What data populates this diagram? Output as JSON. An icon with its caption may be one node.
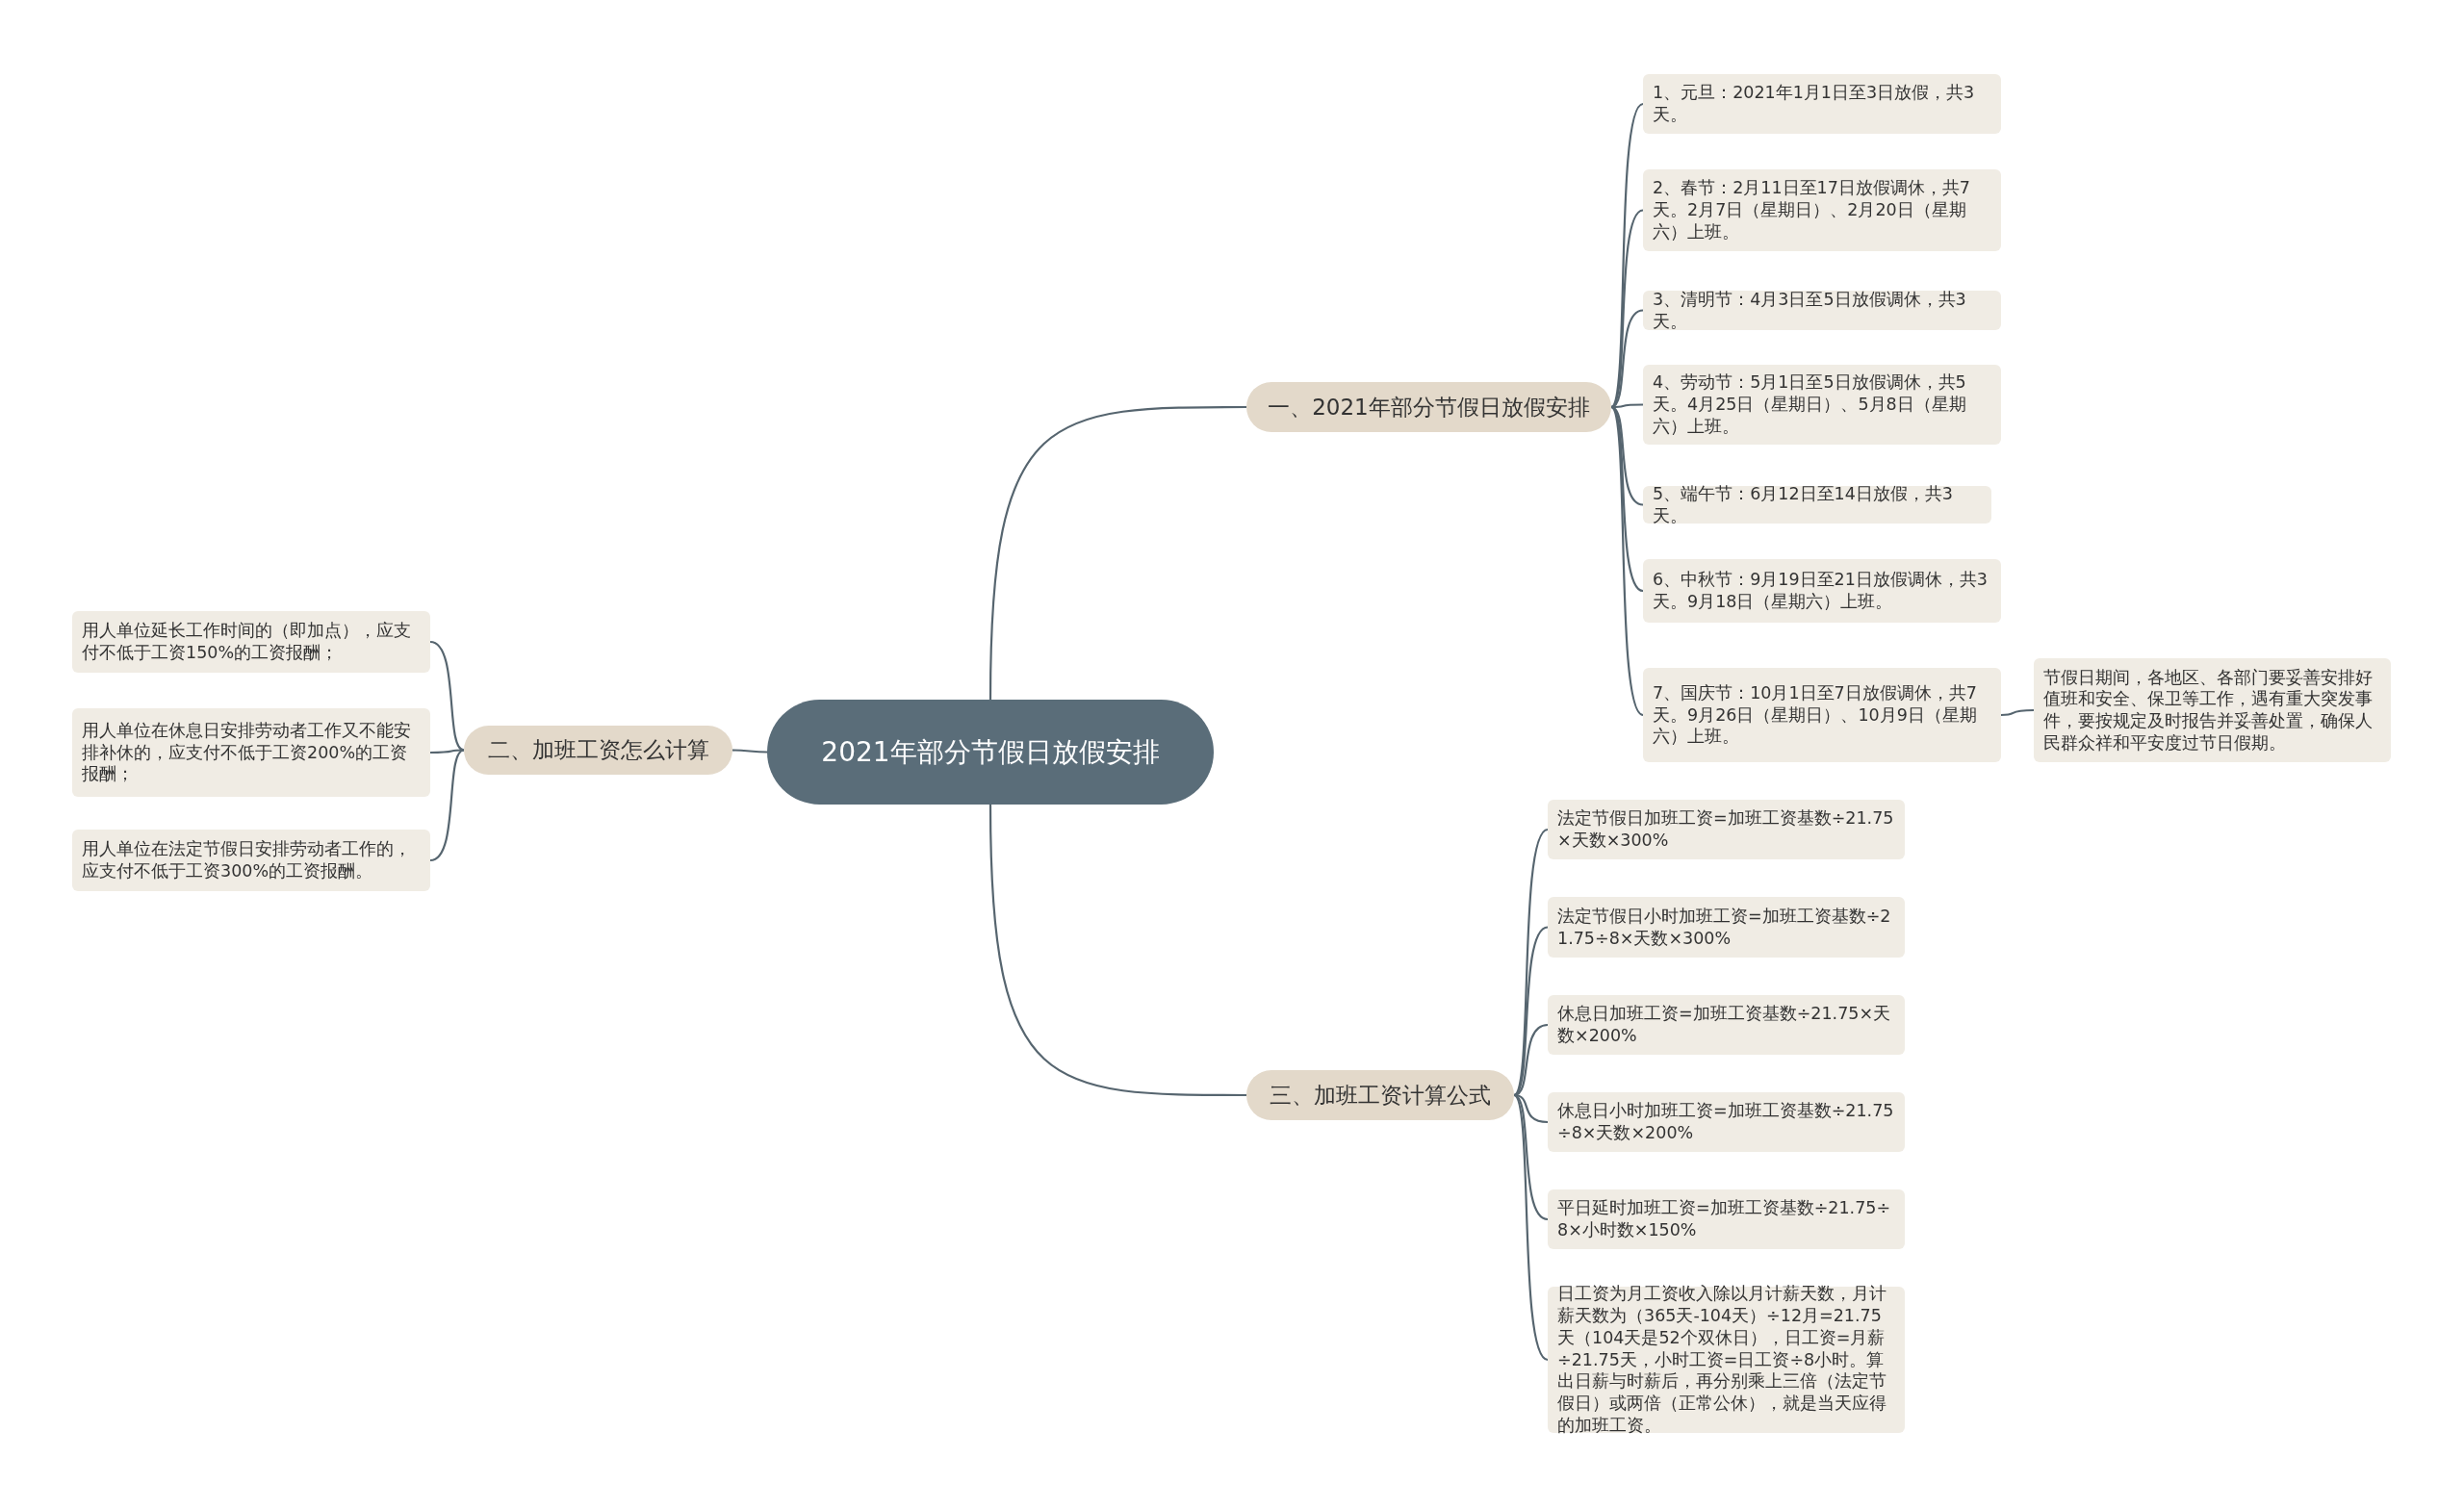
{
  "diagram": {
    "nodes": [
      {
        "text": [
          "2021年部分节假日放假安排"
        ]
      },
      {
        "text": [
          "一、2021年部分节假日放假安排"
        ]
      },
      {
        "text": [
          "1、元旦：2021年1月1日至3日放假，共3天。"
        ]
      },
      {
        "text": [
          "2、春节：2月11日至17日放假调休，共7天。2月7日（星期日）、2月20日（星期六）上班。"
        ]
      },
      {
        "text": [
          "3、清明节：4月3日至5日放假调休，共3天。"
        ]
      },
      {
        "text": [
          "4、劳动节：5月1日至5日放假调休，共5天。4月25日（星期日）、5月8日（星期六）上班。"
        ]
      },
      {
        "text": [
          "5、端午节：6月12日至14日放假，共3天。"
        ]
      },
      {
        "text": [
          "6、中秋节：9月19日至21日放假调休，共3天。9月18日（星期六）上班。"
        ]
      },
      {
        "text": [
          "7、国庆节：10月1日至7日放假调休，共7天。9月26日（星期日）、10月9日（星期六）上班。"
        ]
      },
      {
        "text": [
          "节假日期间，各地区、各部门要妥善安排好值班和安全、保卫等工作，遇有重大突发事件，要按规定及时报告并妥善处置，确保人民群众祥和平安度过节日假期。"
        ]
      },
      {
        "text": [
          "二、加班工资怎么计算"
        ]
      },
      {
        "text": [
          "用人单位延长工作时间的（即加点），应支付不低于工资150%的工资报酬；"
        ]
      },
      {
        "text": [
          "用人单位在休息日安排劳动者工作又不能安排补休的，应支付不低于工资200%的工资报酬；"
        ]
      },
      {
        "text": [
          "用人单位在法定节假日安排劳动者工作的，应支付不低于工资300%的工资报酬。"
        ]
      },
      {
        "text": [
          "三、加班工资计算公式"
        ]
      },
      {
        "text": [
          "法定节假日加班工资=加班工资基数÷21.75×天数×300%"
        ]
      },
      {
        "text": [
          "法定节假日小时加班工资=加班工资基数÷21.75÷8×天数×300%"
        ]
      },
      {
        "text": [
          "休息日加班工资=加班工资基数÷21.75×天数×200%"
        ]
      },
      {
        "text": [
          "休息日小时加班工资=加班工资基数÷21.75÷8×天数×200%"
        ]
      },
      {
        "text": [
          "平日延时加班工资=加班工资基数÷21.75÷8×小时数×150%"
        ]
      },
      {
        "text": [
          "日工资为月工资收入除以月计薪天数，月计薪天数为（365天-104天）÷12月=21.75天（104天是52个双休日），日工资=月薪÷21.75天，小时工资=日工资÷8小时。算出日薪与时薪后，再分别乘上三倍（法定节假日）或两倍（正常公休），就是当天应得的加班工资。"
        ]
      }
    ],
    "edges": [
      {
        "from": 0,
        "to": 1,
        "arrow": "none"
      },
      {
        "from": 0,
        "to": 10,
        "arrow": "none"
      },
      {
        "from": 0,
        "to": 14,
        "arrow": "none"
      },
      {
        "from": 1,
        "to": 2,
        "arrow": "none"
      },
      {
        "from": 1,
        "to": 3,
        "arrow": "none"
      },
      {
        "from": 1,
        "to": 4,
        "arrow": "none"
      },
      {
        "from": 1,
        "to": 5,
        "arrow": "none"
      },
      {
        "from": 1,
        "to": 6,
        "arrow": "none"
      },
      {
        "from": 1,
        "to": 7,
        "arrow": "none"
      },
      {
        "from": 1,
        "to": 8,
        "arrow": "none"
      },
      {
        "from": 8,
        "to": 9,
        "arrow": "none"
      },
      {
        "from": 10,
        "to": 11,
        "arrow": "none"
      },
      {
        "from": 10,
        "to": 12,
        "arrow": "none"
      },
      {
        "from": 10,
        "to": 13,
        "arrow": "none"
      },
      {
        "from": 14,
        "to": 15,
        "arrow": "none"
      },
      {
        "from": 14,
        "to": 16,
        "arrow": "none"
      },
      {
        "from": 14,
        "to": 17,
        "arrow": "none"
      },
      {
        "from": 14,
        "to": 18,
        "arrow": "none"
      },
      {
        "from": 14,
        "to": 19,
        "arrow": "none"
      },
      {
        "from": 14,
        "to": 20,
        "arrow": "none"
      }
    ]
  }
}
